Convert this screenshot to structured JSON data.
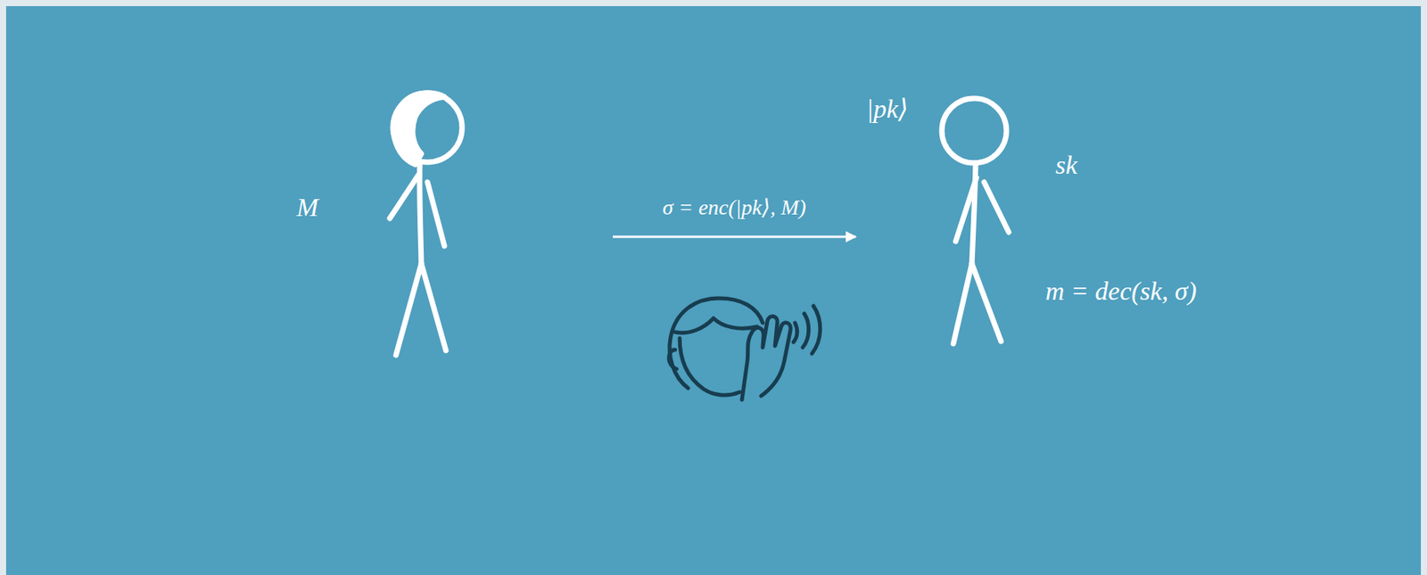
{
  "diagram": {
    "nodes": [
      {
        "text": [
          "M"
        ]
      },
      {
        "text": [
          "|pk⟩",
          "sk",
          "m = dec(sk, σ)"
        ]
      }
    ],
    "edges": [
      {
        "from": 0,
        "to": 1,
        "arrow": "to",
        "label": "σ = enc(|pk⟩, M)"
      }
    ]
  }
}
